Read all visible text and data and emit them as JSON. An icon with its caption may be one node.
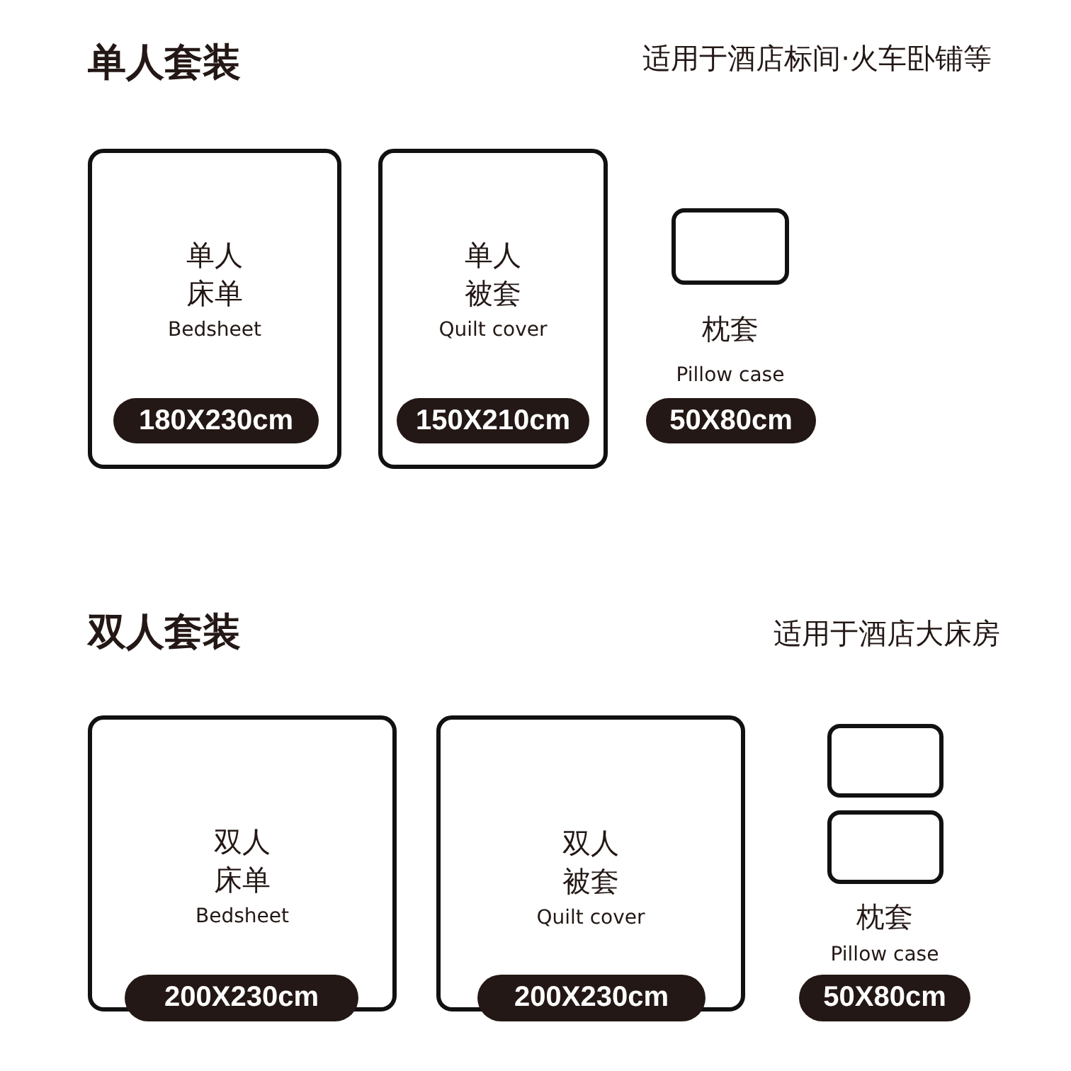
{
  "diagram": {
    "nodes": [
      {
        "text": [
          "单人床单",
          "Bedsheet"
        ]
      },
      {
        "text": [
          "180X230cm"
        ],
        "in": 0
      },
      {
        "text": [
          "单人被套",
          "Quilt cover"
        ]
      },
      {
        "text": [
          "150X210cm"
        ],
        "in": 2
      },
      {
        "text": [],
        "shape": "box",
        "beside": [
          "枕套",
          "Pillow case"
        ]
      },
      {
        "text": [
          "50X80cm"
        ]
      },
      {
        "text": [
          "双人床单",
          "Bedsheet"
        ]
      },
      {
        "text": [
          "200X230cm"
        ]
      },
      {
        "text": [
          "双人被套",
          "Quilt cover"
        ]
      },
      {
        "text": [
          "200X230cm"
        ]
      },
      {
        "text": [],
        "shape": "box"
      },
      {
        "text": [],
        "shape": "box",
        "beside": [
          "枕套",
          "Pillow case"
        ]
      },
      {
        "text": [
          "50X80cm"
        ]
      }
    ],
    "labels": [
      "单人套装",
      "适用于酒店标间·火车卧铺等",
      "双人套装",
      "适用于酒店大床房"
    ]
  }
}
